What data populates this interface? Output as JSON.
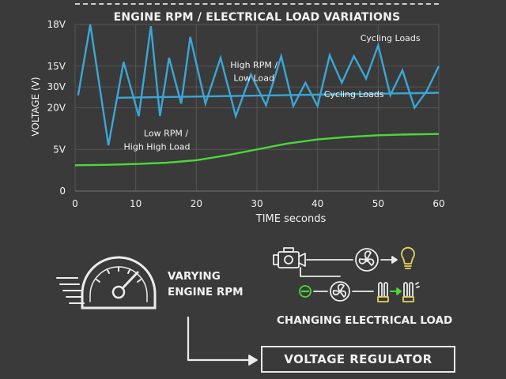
{
  "chart_data": {
    "type": "line",
    "title": "ENGINE RPM / ELECTRICAL LOAD VARIATIONS",
    "xlabel": "TIME seconds",
    "ylabel": "VOLTAGE (V)",
    "xlim": [
      0,
      60
    ],
    "ylim": [
      0,
      20
    ],
    "x_ticks": [
      0,
      10,
      20,
      30,
      40,
      50,
      60
    ],
    "y_ticks": [
      {
        "value": 0,
        "label": "0"
      },
      {
        "value": 5,
        "label": "5V"
      },
      {
        "value": 10,
        "label": "20V"
      },
      {
        "value": 12.5,
        "label": "30V"
      },
      {
        "value": 15,
        "label": "15V"
      },
      {
        "value": 20,
        "label": "18V"
      }
    ],
    "grid": true,
    "series": [
      {
        "color": "#3aa7d6",
        "x": [
          0.5,
          2.5,
          5.5,
          8,
          10.5,
          12.5,
          14,
          15.5,
          17.5,
          19,
          21.5,
          24,
          26.5,
          29,
          31.5,
          34,
          36,
          38,
          40,
          42,
          44,
          46,
          48,
          50,
          52,
          54,
          56,
          58,
          60
        ],
        "y": [
          11.5,
          20,
          5.5,
          15.5,
          9,
          19.8,
          9,
          16,
          10.5,
          18.5,
          10.5,
          16,
          9,
          14,
          10.3,
          16.2,
          10.2,
          13,
          10.2,
          16.3,
          13,
          16.2,
          13.5,
          17.5,
          11.5,
          14.5,
          10,
          12,
          15
        ]
      },
      {
        "color": "#3aa7d6",
        "x": [
          7,
          60
        ],
        "y": [
          11.2,
          11.8
        ]
      },
      {
        "color": "#4cd83a",
        "x": [
          0,
          5,
          10,
          15,
          20,
          25,
          30,
          35,
          40,
          45,
          50,
          55,
          60
        ],
        "y": [
          3.1,
          3.15,
          3.25,
          3.4,
          3.7,
          4.3,
          5.0,
          5.7,
          6.2,
          6.5,
          6.7,
          6.8,
          6.85
        ]
      }
    ],
    "annotations": [
      {
        "text": "Cycling Loads",
        "x": 52,
        "y": 18
      },
      {
        "text": "High RPM /",
        "x": 29.5,
        "y": 14.8
      },
      {
        "text": "Low Load",
        "x": 29.5,
        "y": 13.2
      },
      {
        "text": "Cycling Loads",
        "x": 46,
        "y": 11.3
      },
      {
        "text": "Low RPM /",
        "x": 15,
        "y": 6.6
      },
      {
        "text": "High High Load",
        "x": 13.5,
        "y": 5
      }
    ]
  },
  "rpm_label_line1": "VARYING",
  "rpm_label_line2": "ENGINE RPM",
  "load_caption": "CHANGING ELECTRICAL LOAD",
  "regulator_label": "VOLTAGE REGULATOR",
  "icons": [
    "speedometer-icon",
    "engine-icon",
    "fan-icon",
    "bulb-icon",
    "minus-icon",
    "heater-fan-icon",
    "light-bar-icon",
    "light-bar-lit-icon"
  ],
  "colors": {
    "background": "#3a3a3a",
    "blue_line": "#3aa7d6",
    "green_line": "#4cd83a",
    "green_icon": "#4cd83a",
    "yellow_icon": "#e5d25a"
  }
}
